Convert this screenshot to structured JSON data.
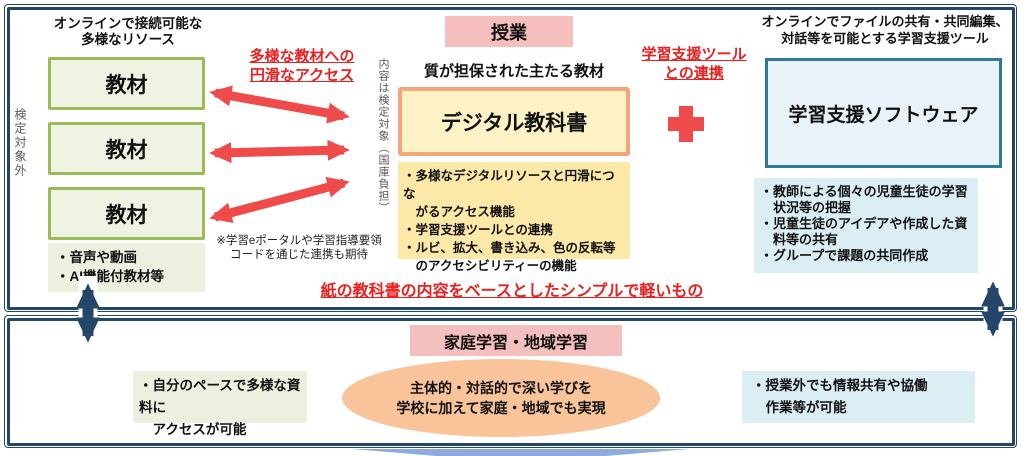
{
  "palette": {
    "frame_navy": "#24466B",
    "arrow_red": "#EF4B4B",
    "text_red": "#E8201E",
    "material_green_border": "#9BBB59",
    "material_green_fill": "#EFF3E2",
    "soft_green_fill": "#EBF1DE",
    "textbook_yellow_fill": "#FDF1C6",
    "textbook_salmon_border": "#F4A57C",
    "feature_yellow_fill": "#FCE9A8",
    "pink_label_fill": "#F5BFBD",
    "software_blue_border": "#2E7A96",
    "software_blue_fill": "#E9F2F8",
    "feature_blue_fill": "#DAEEF3",
    "ellipse_orange_fill": "#FAC49A",
    "chevron_blue": "#8FAADC",
    "vertical_note_gray": "#595959"
  },
  "top_section": {
    "left": {
      "header": "オンラインで接続可能な\n多様なリソース",
      "materials": [
        "教材",
        "教材",
        "教材"
      ],
      "resources": "・音声や動画\n・AI機能付教材等",
      "vertical_note": "検定対象外"
    },
    "access_label": "多様な教材への\n円滑なアクセス",
    "portal_note": "※学習eポータルや学習指導要領\nコードを通じた連携も期待",
    "center": {
      "class_label": "授業",
      "subtitle": "質が担保された主たる教材",
      "textbook": "デジタル教科書",
      "vertical_note": "内容は検定対象（国庫負担）",
      "features": "・多様なデジタルリソースと円滑につな\n　がるアクセス機能\n・学習支援ツールとの連携\n・ルビ、拡大、書き込み、色の反転等\n　のアクセシビリティーの機能",
      "base_note": "紙の教科書の内容をベースとしたシンプルで軽いもの"
    },
    "link_label": "学習支援ツール\nとの連携",
    "right": {
      "header": "オンラインでファイルの共有・共同編集、\n対話等を可能とする学習支援ツール",
      "software": "学習支援ソフトウェア",
      "features": "・教師による個々の児童生徒の学習\n　状況等の把握\n・児童生徒のアイデアや作成した資\n　料等の共有\n・グループで課題の共同作成"
    }
  },
  "bottom_section": {
    "label": "家庭学習・地域学習",
    "left_note": "・自分のペースで多様な資料に\n　アクセスが可能",
    "ellipse_note": "主体的・対話的で深い学びを\n学校に加えて家庭・地域でも実現",
    "right_note": "・授業外でも情報共有や協働\n　作業等が可能"
  }
}
